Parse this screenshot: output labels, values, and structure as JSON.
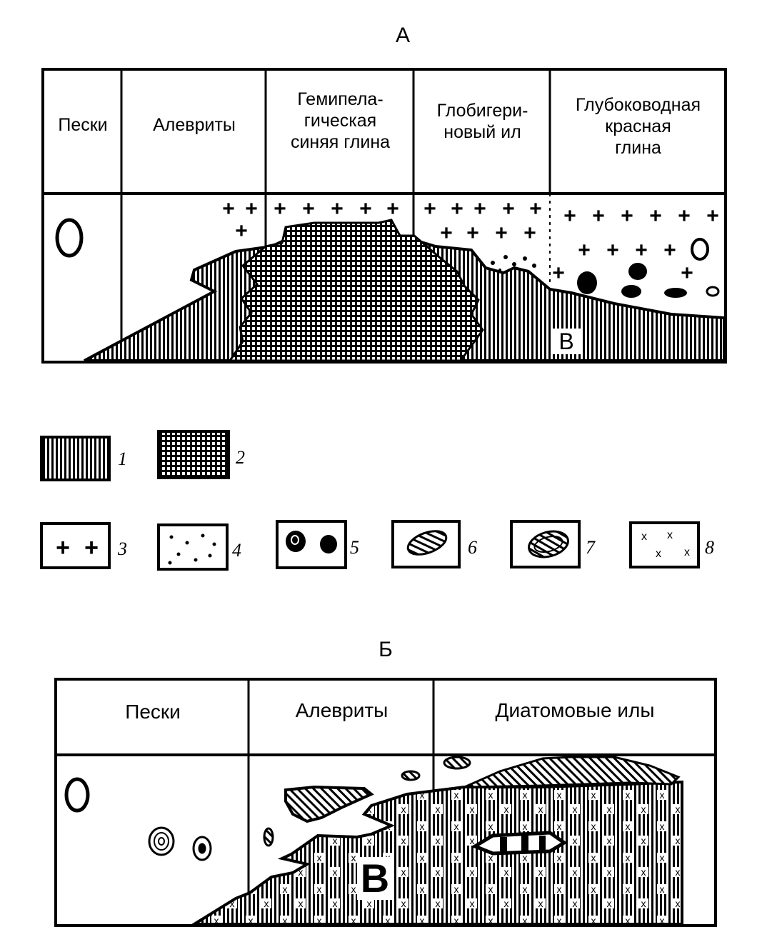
{
  "figure_a": {
    "title": "А",
    "columns": [
      "Пески",
      "Алевриты",
      "Гемипела-\nгическая\nсиняя глина",
      "Глобигери-\nновый ил",
      "Глубоководная\nкрасная\nглина"
    ],
    "label_v": "В"
  },
  "legend": {
    "items": [
      "1",
      "2",
      "3",
      "4",
      "5",
      "6",
      "7",
      "8"
    ]
  },
  "figure_b": {
    "title": "Б",
    "columns": [
      "Пески",
      "Алевриты",
      "Диатомовые илы"
    ],
    "label_v": "В"
  },
  "colors": {
    "ink": "#000000",
    "paper": "#ffffff"
  }
}
